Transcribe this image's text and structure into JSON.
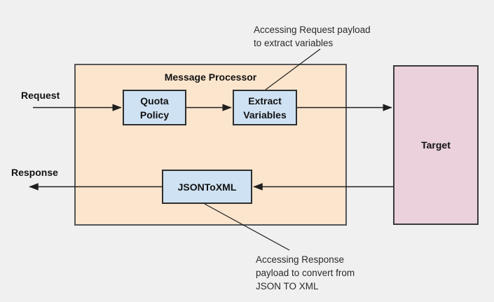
{
  "diagram": {
    "message_processor": {
      "title": "Message Processor"
    },
    "boxes": {
      "quota": {
        "label": "Quota\nPolicy"
      },
      "extract": {
        "label": "Extract\nVariables"
      },
      "jsontoxml": {
        "label": "JSONToXML"
      },
      "target": {
        "label": "Target"
      }
    },
    "flow_labels": {
      "request": "Request",
      "response": "Response"
    },
    "annotations": {
      "top": "Accessing Request payload\nto extract variables",
      "bottom": "Accessing Response\npayload to convert from\nJSON TO XML"
    }
  },
  "colors": {
    "background": "#f0f0f1",
    "processor_fill": "#fce5cd",
    "processor_border": "#565656",
    "policy_fill": "#cfe2f3",
    "policy_border": "#2e2e2e",
    "target_fill": "#ead1dc",
    "target_border": "#3a3a3a",
    "line": "#1f1f1f"
  }
}
